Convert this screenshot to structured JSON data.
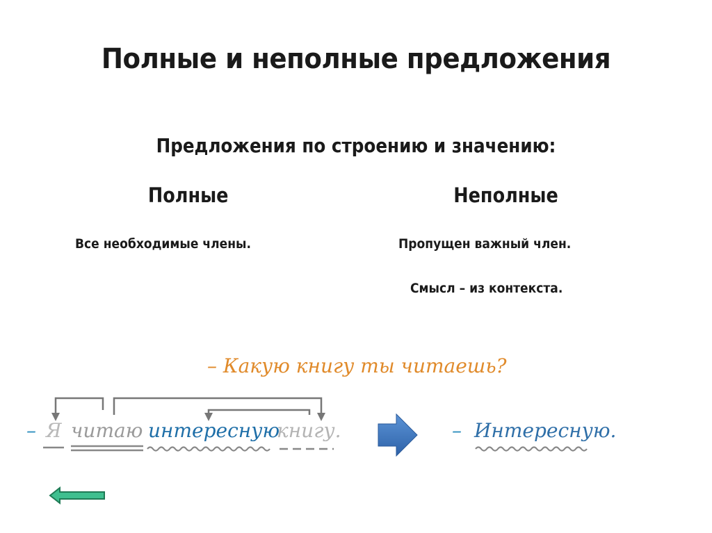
{
  "slide": {
    "title": "Полные и неполные предложения",
    "subtitle": "Предложения по строению и значению:",
    "columns": [
      {
        "heading": "Полные",
        "lines": [
          "Все необходимые члены."
        ]
      },
      {
        "heading": "Неполные",
        "lines": [
          "Пропущен важный член.",
          "Смысл – из контекста."
        ]
      }
    ]
  },
  "example": {
    "question": "– Какую книгу ты читаешь?",
    "dash": "–",
    "words": [
      "Я",
      "читаю",
      "интересную",
      "книгу."
    ],
    "answer_dash": "–",
    "answer_word": "Интересную."
  },
  "icons": {
    "arrow": "right-arrow-icon",
    "back": "back-arrow-icon"
  },
  "colors": {
    "question": "#e08a2a",
    "highlight_word": "#1f6fa8",
    "arrow_blue": "#3a78c2",
    "back_green": "#3fbf8f"
  }
}
